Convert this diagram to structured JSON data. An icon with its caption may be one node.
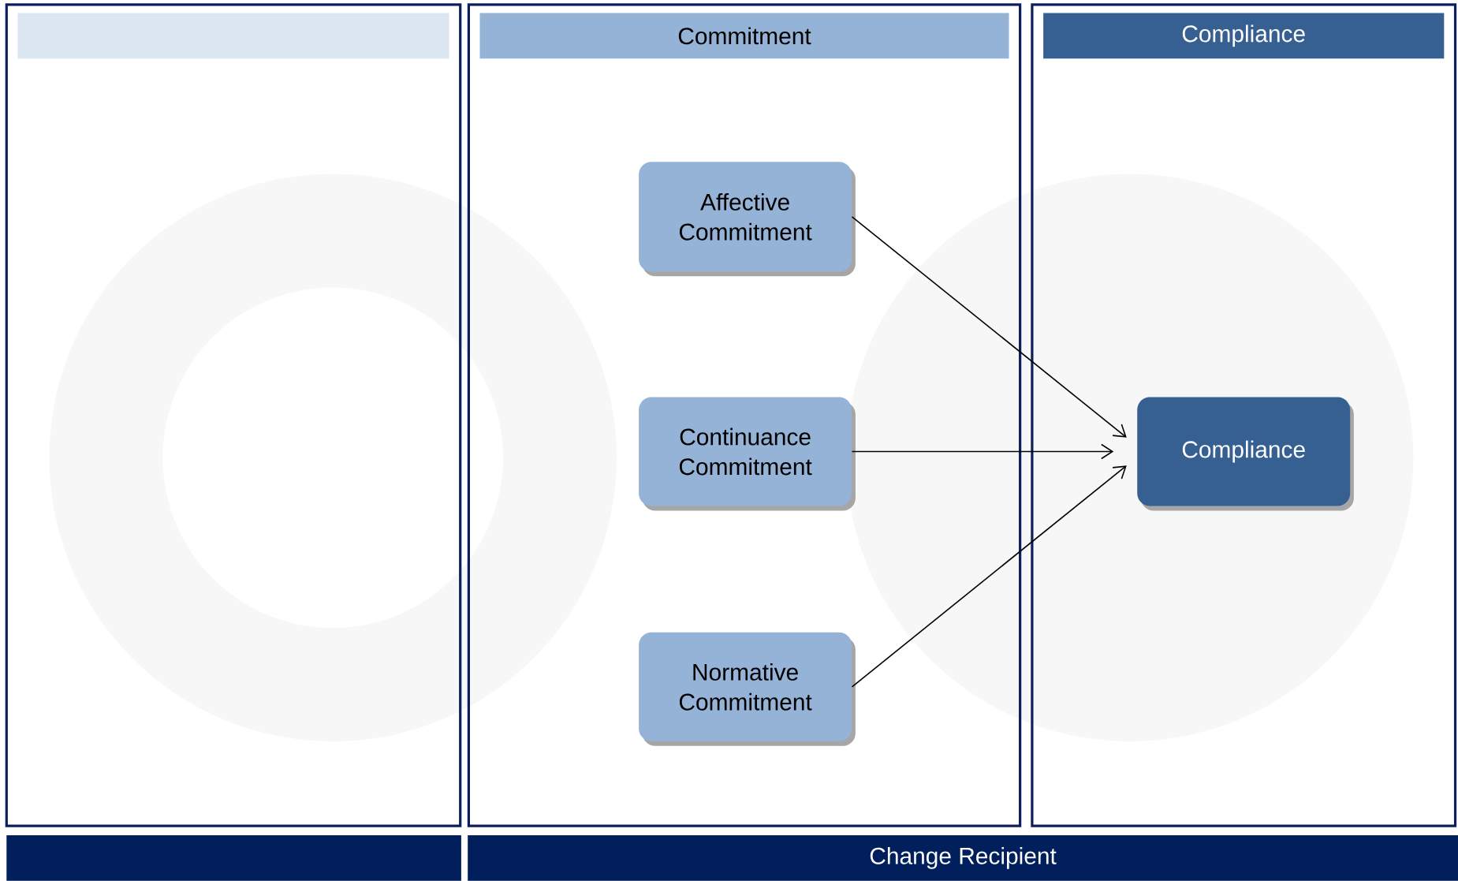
{
  "diagram": {
    "nodes": [
      {
        "text": [],
        "shape": "box"
      },
      {
        "text": [
          "Commitment"
        ]
      },
      {
        "text": [
          "Compliance"
        ]
      },
      {
        "text": [
          "Affective Commitment"
        ],
        "in": 1
      },
      {
        "text": [
          "Continuance Commitment"
        ],
        "in": 1
      },
      {
        "text": [
          "Normative Commitment"
        ],
        "in": 1
      },
      {
        "text": [
          "Compliance"
        ],
        "in": 2
      },
      {
        "text": [],
        "shape": "bar"
      },
      {
        "text": [
          "Change Recipient"
        ]
      }
    ],
    "edges": [
      {
        "from": 3,
        "to": 6,
        "arrow": "to"
      },
      {
        "from": 4,
        "to": 6,
        "arrow": "to"
      },
      {
        "from": 5,
        "to": 6,
        "arrow": "to"
      }
    ]
  }
}
